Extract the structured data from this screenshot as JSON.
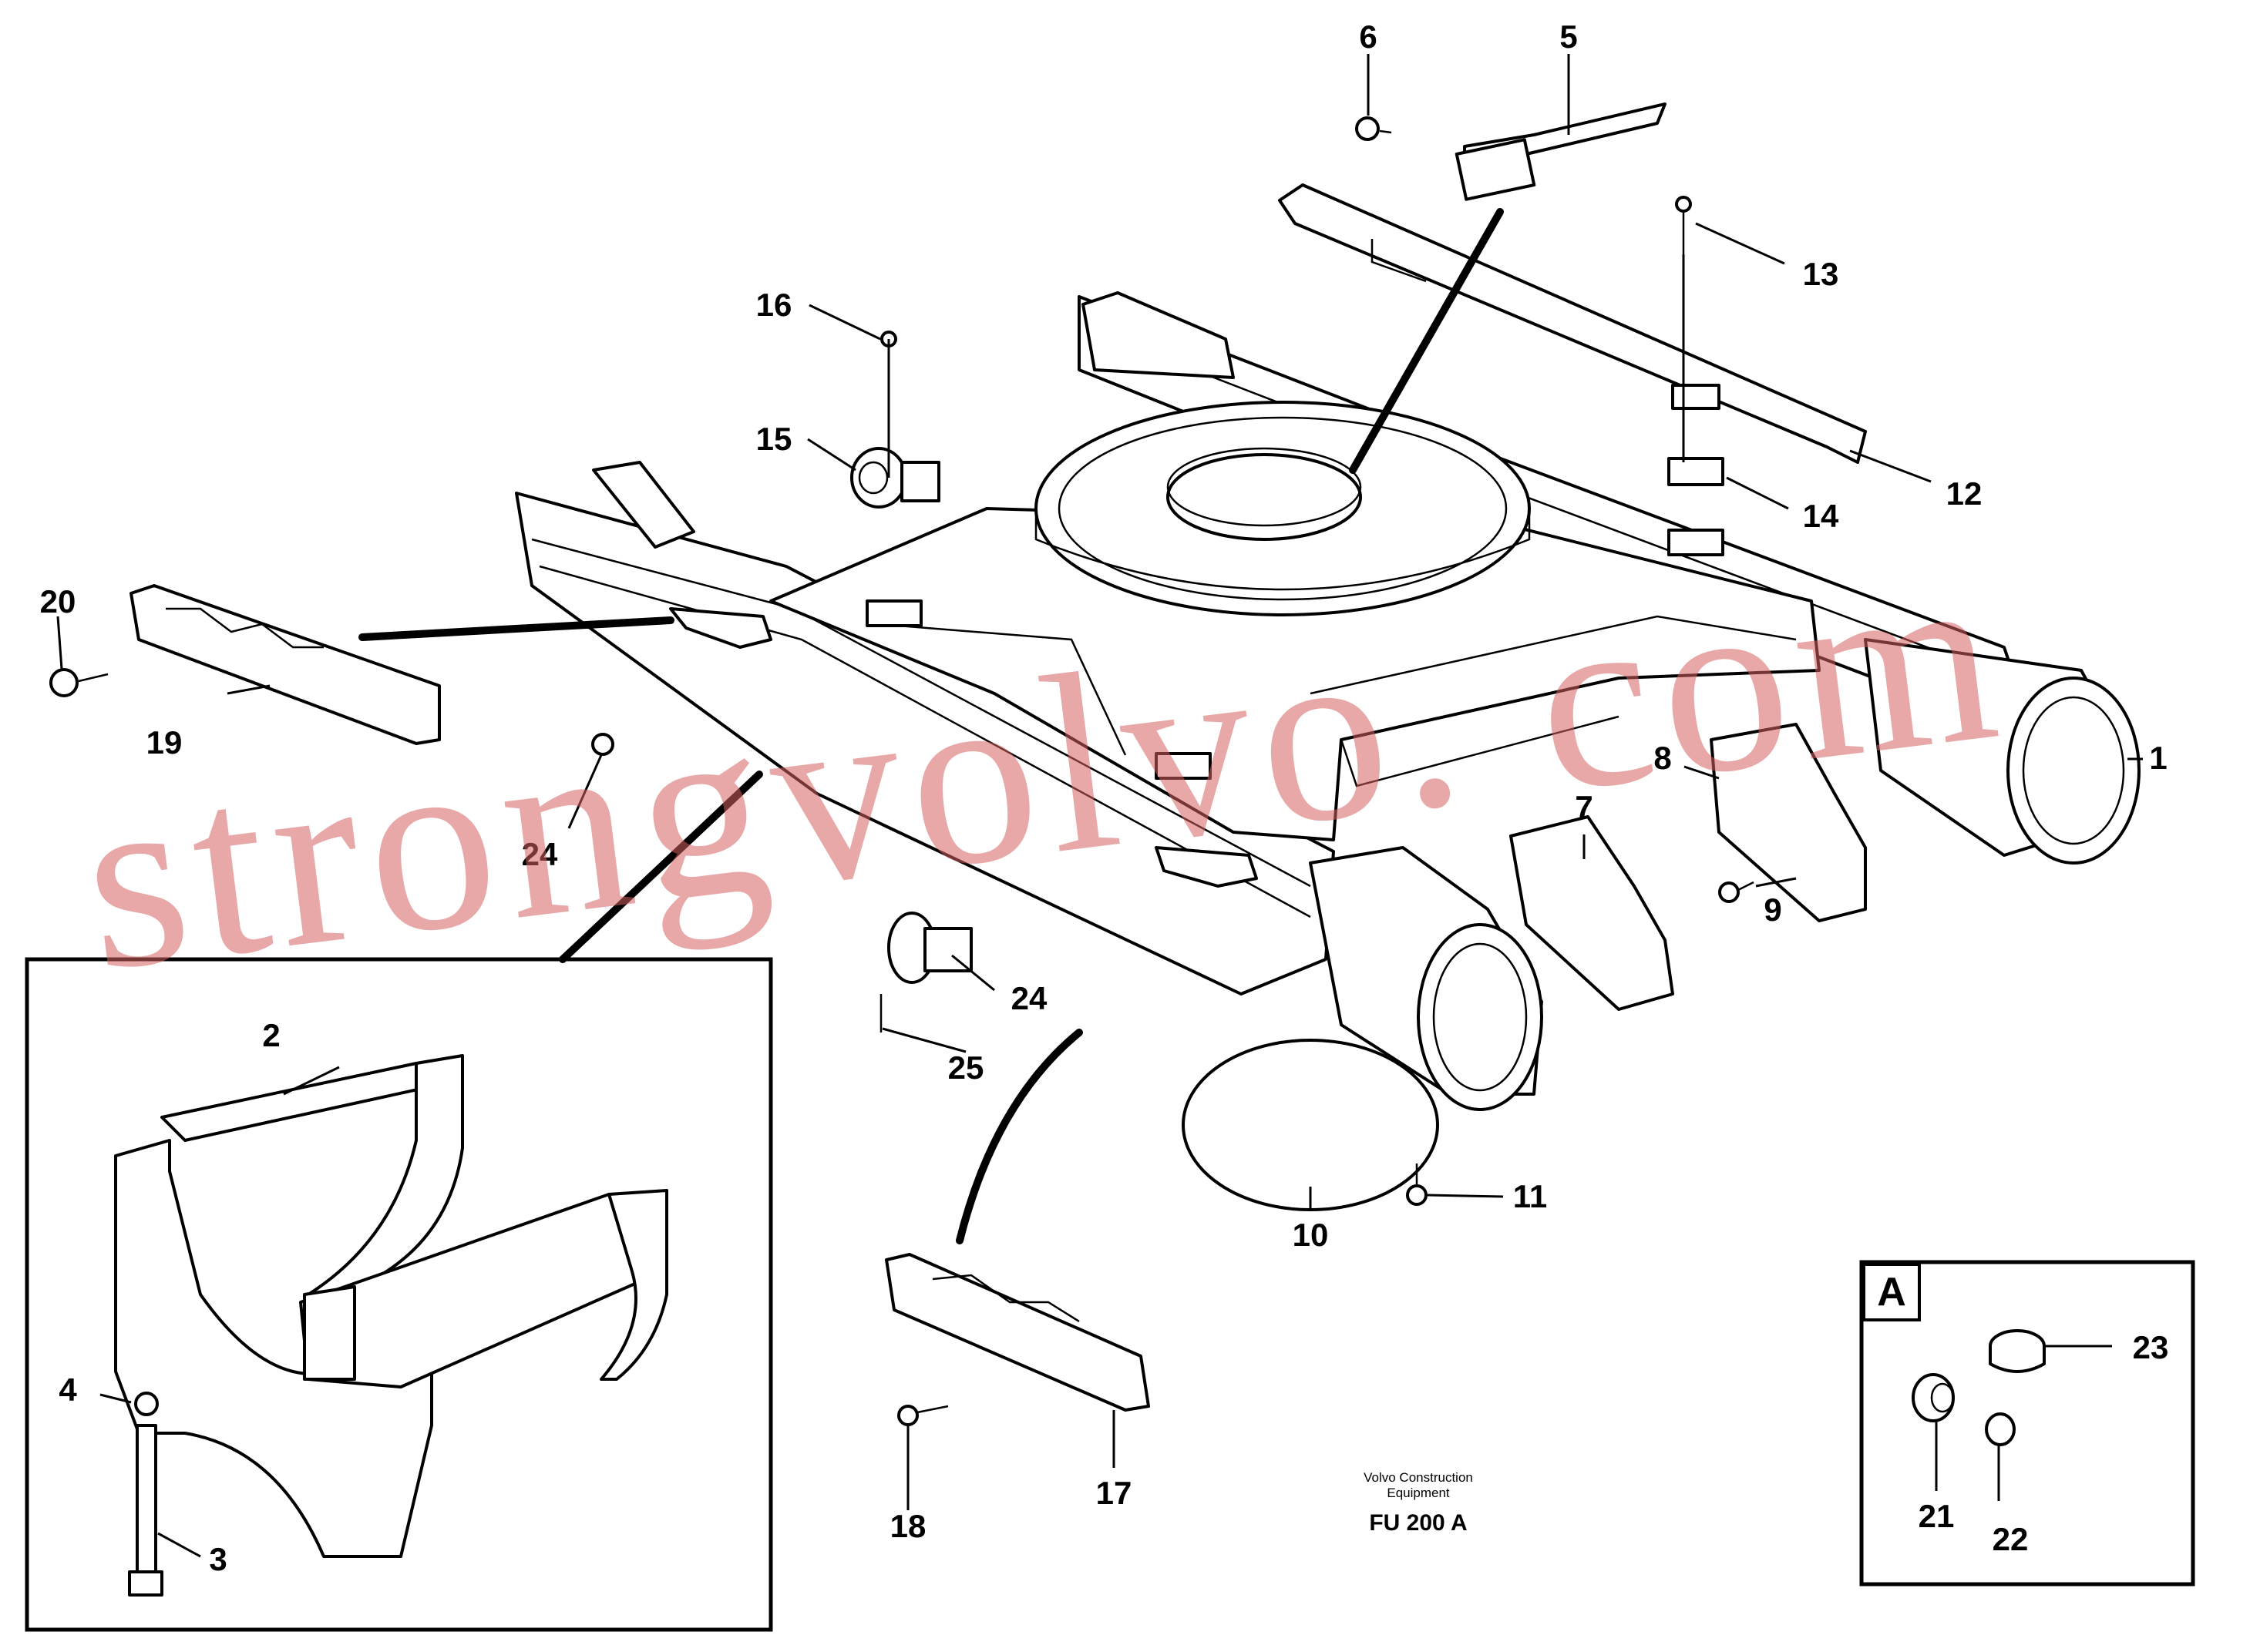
{
  "callouts": {
    "c1": "1",
    "c2": "2",
    "c3": "3",
    "c4": "4",
    "c5": "5",
    "c6": "6",
    "c7": "7",
    "c8": "8",
    "c9": "9",
    "c10": "10",
    "c11": "11",
    "c12": "12",
    "c13": "13",
    "c14": "14",
    "c15": "15",
    "c16": "16",
    "c17": "17",
    "c18": "18",
    "c19": "19",
    "c20": "20",
    "c21": "21",
    "c22": "22",
    "c23": "23",
    "c24a": "24",
    "c24b": "24",
    "c25": "25"
  },
  "detail_label": "A",
  "caption": {
    "line1": "Volvo Construction",
    "line2": "Equipment",
    "code": "FU 200 A"
  },
  "watermark": "strongvolvo. com"
}
